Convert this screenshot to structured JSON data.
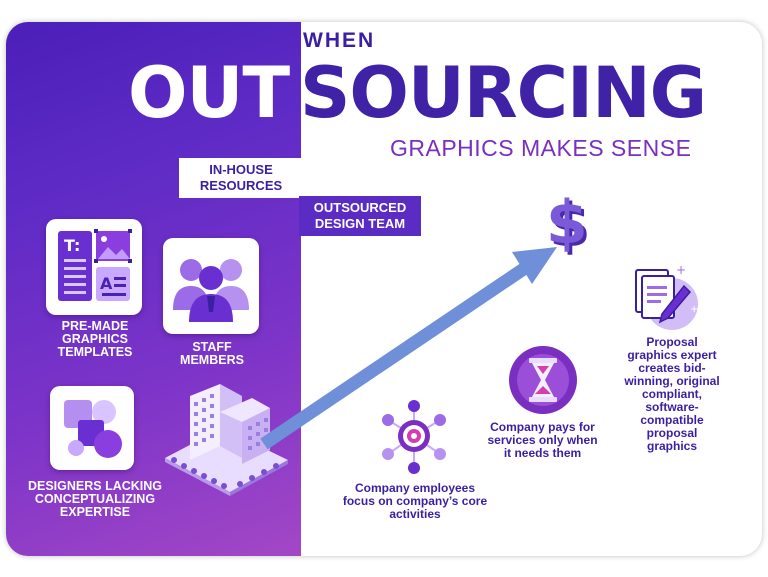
{
  "title": {
    "when": "WHEN",
    "out": "OUT",
    "sourcing": "SOURCING",
    "subtitle": "GRAPHICS MAKES SENSE"
  },
  "tags": {
    "in_house": "IN-HOUSE RESOURCES",
    "outsourced": "OUTSOURCED DESIGN TEAM"
  },
  "in_house_items": [
    {
      "label": "PRE-MADE GRAPHICS TEMPLATES",
      "icon": "templates-icon"
    },
    {
      "label": "STAFF MEMBERS",
      "icon": "staff-icon"
    },
    {
      "label": "DESIGNERS LACKING CONCEPTUALIZING EXPERTISE",
      "icon": "shapes-icon"
    }
  ],
  "outsourced_items": [
    {
      "label": "Company employees focus on company’s core activities",
      "icon": "target-network-icon"
    },
    {
      "label": "Company pays for services only when it needs them",
      "icon": "hourglass-icon"
    },
    {
      "label": "Proposal graphics expert creates bid-winning, original compliant, software-compatible proposal graphics",
      "icon": "document-pen-icon"
    }
  ],
  "colors": {
    "panel_start": "#4b1fb8",
    "panel_end": "#a347c6",
    "brand_dark": "#3f22a6",
    "accent_purple": "#7a2fc0",
    "arrow_blue": "#6f8fd8"
  }
}
